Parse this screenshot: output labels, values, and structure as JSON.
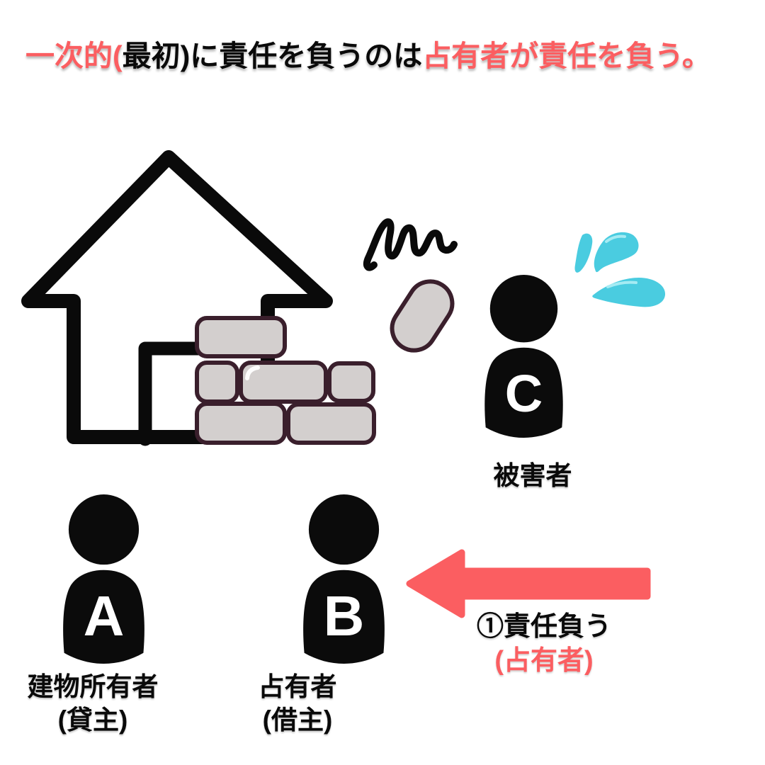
{
  "title": {
    "segment1_pink": "一次的(",
    "segment2_black": "最初)に責任を負うのは",
    "segment3_pink": "占有者が責任を負う。"
  },
  "persons": {
    "owner": {
      "letter": "A",
      "label": "建物所有者",
      "sub_label": "(貸主)"
    },
    "occupier": {
      "letter": "B",
      "label": "占有者",
      "sub_label": "(借主)"
    },
    "victim": {
      "letter": "C",
      "label": "被害者"
    }
  },
  "annotation": {
    "step": "①責任負う",
    "actor": "(占有者)"
  },
  "colors": {
    "accent_pink": "#fb5e61",
    "ink_black": "#0a0a0a",
    "brick_fill": "#d3cfce",
    "brick_outline": "#3a1f2c",
    "sweat_cyan": "#4acce0"
  },
  "icons": {
    "house": "house-icon",
    "door": "door-icon",
    "brick_wall": "brick-wall-icon",
    "falling_brick": "falling-brick-icon",
    "impact_squiggle": "impact-squiggle-icon",
    "sweat_drops": "sweat-drops-icon",
    "person": "person-icon",
    "arrow": "responsibility-arrow-icon"
  }
}
